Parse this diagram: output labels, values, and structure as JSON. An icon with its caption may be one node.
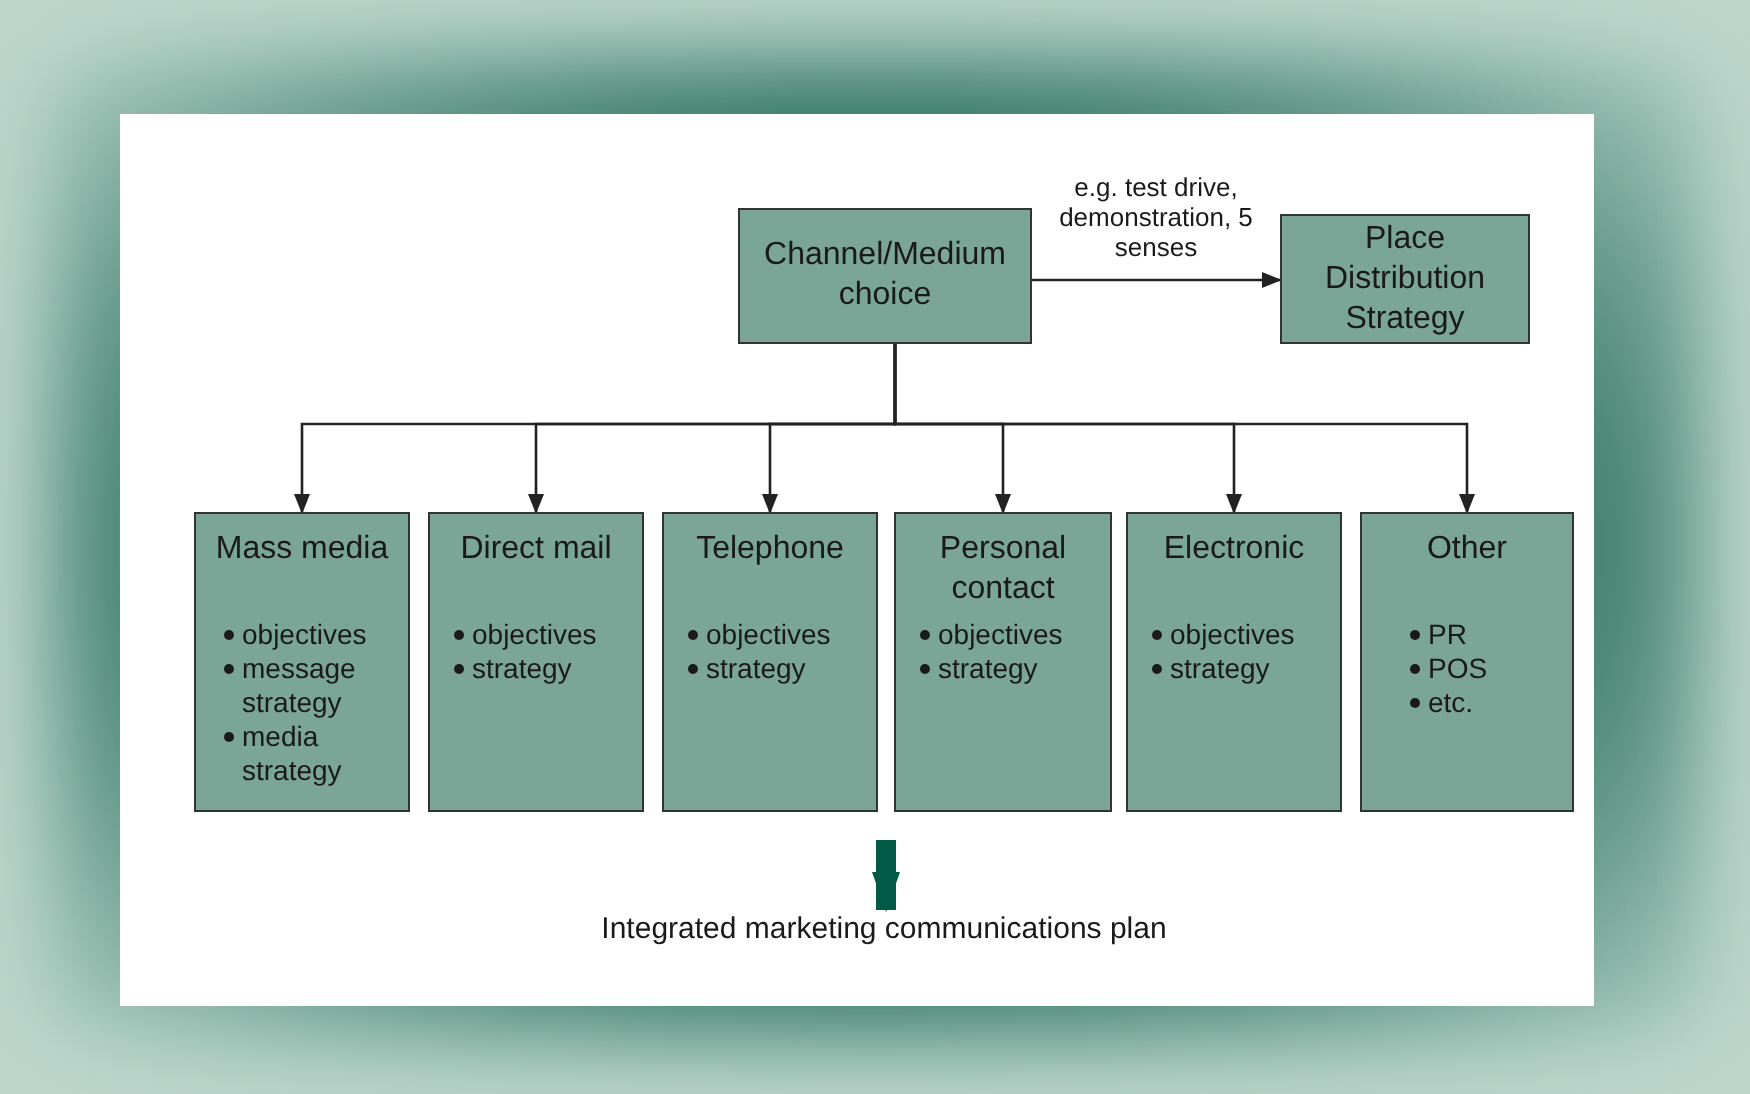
{
  "diagram": {
    "nodes": [
      {
        "text": [
          "Channel/Medium choice"
        ]
      },
      {
        "text": [
          "Place Distribution Strategy"
        ]
      },
      {
        "text": [
          "Mass media",
          "objectives",
          "message strategy",
          "media strategy"
        ]
      },
      {
        "text": [
          "Direct mail",
          "objectives",
          "strategy"
        ]
      },
      {
        "text": [
          "Telephone",
          "objectives",
          "strategy"
        ]
      },
      {
        "text": [
          "Personal contact",
          "objectives",
          "strategy"
        ]
      },
      {
        "text": [
          "Electronic",
          "objectives",
          "strategy"
        ]
      },
      {
        "text": [
          "Other",
          "PR",
          "POS",
          "etc."
        ]
      },
      {
        "text": [
          "Integrated marketing communications plan"
        ]
      }
    ],
    "edges": [
      {
        "from": 0,
        "to": 1,
        "arrow": "to",
        "label": "e.g. test drive, demonstration, 5 senses"
      },
      {
        "from": 0,
        "to": 2,
        "arrow": "to"
      },
      {
        "from": 0,
        "to": 3,
        "arrow": "to"
      },
      {
        "from": 0,
        "to": 4,
        "arrow": "to"
      },
      {
        "from": 0,
        "to": 5,
        "arrow": "to"
      },
      {
        "from": 0,
        "to": 6,
        "arrow": "to"
      },
      {
        "from": 0,
        "to": 7,
        "arrow": "to"
      },
      {
        "from": null,
        "to": 8,
        "arrow": "to",
        "style": "thick",
        "color": "#005a46"
      }
    ]
  }
}
